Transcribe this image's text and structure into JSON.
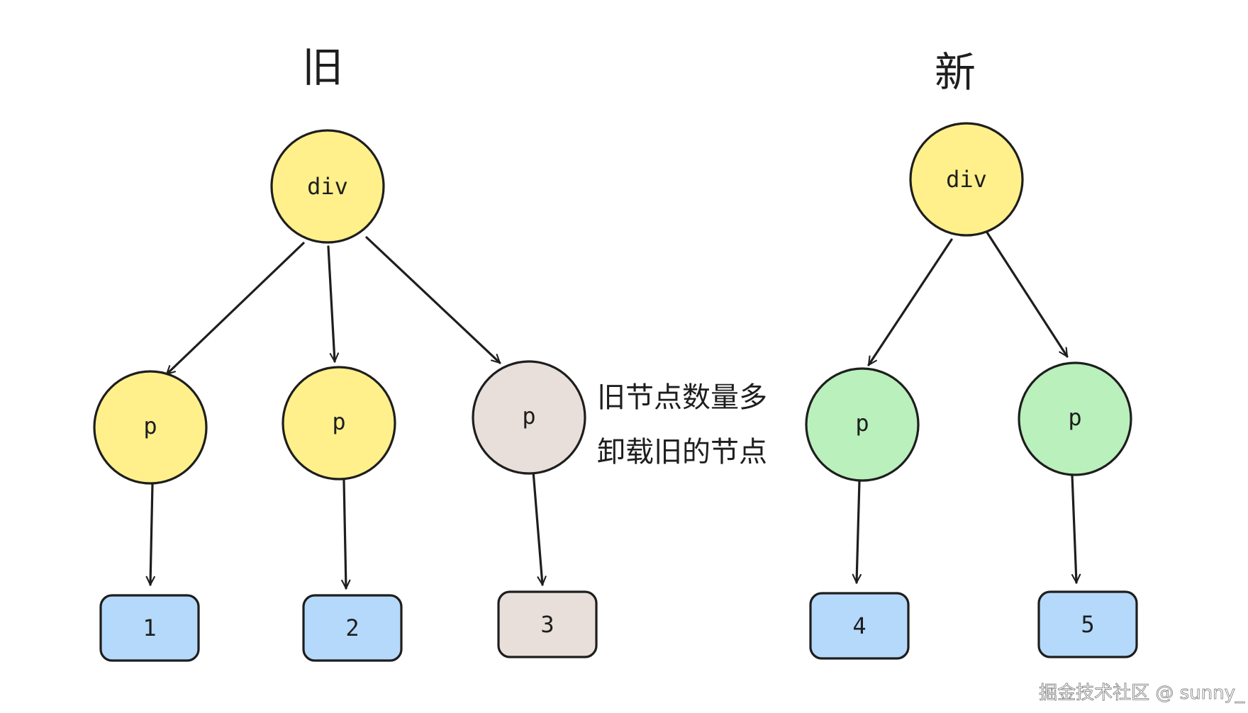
{
  "titles": {
    "old": "旧",
    "new": "新"
  },
  "annotation": {
    "line1": "旧节点数量多",
    "line2": "卸载旧的节点"
  },
  "watermark": "掘金技术社区 @ sunny_",
  "colors": {
    "yellow": "#fff08c",
    "green": "#b9f0bc",
    "blue": "#b5d9fb",
    "gray": "#e8dfda",
    "stroke": "#1e1e1e"
  },
  "old_tree": {
    "root": {
      "label": "div",
      "color": "yellow"
    },
    "children": [
      {
        "label": "p",
        "color": "yellow",
        "leaf": {
          "label": "1",
          "color": "blue"
        }
      },
      {
        "label": "p",
        "color": "yellow",
        "leaf": {
          "label": "2",
          "color": "blue"
        }
      },
      {
        "label": "p",
        "color": "gray",
        "leaf": {
          "label": "3",
          "color": "gray"
        }
      }
    ]
  },
  "new_tree": {
    "root": {
      "label": "div",
      "color": "yellow"
    },
    "children": [
      {
        "label": "p",
        "color": "green",
        "leaf": {
          "label": "4",
          "color": "blue"
        }
      },
      {
        "label": "p",
        "color": "green",
        "leaf": {
          "label": "5",
          "color": "blue"
        }
      }
    ]
  }
}
